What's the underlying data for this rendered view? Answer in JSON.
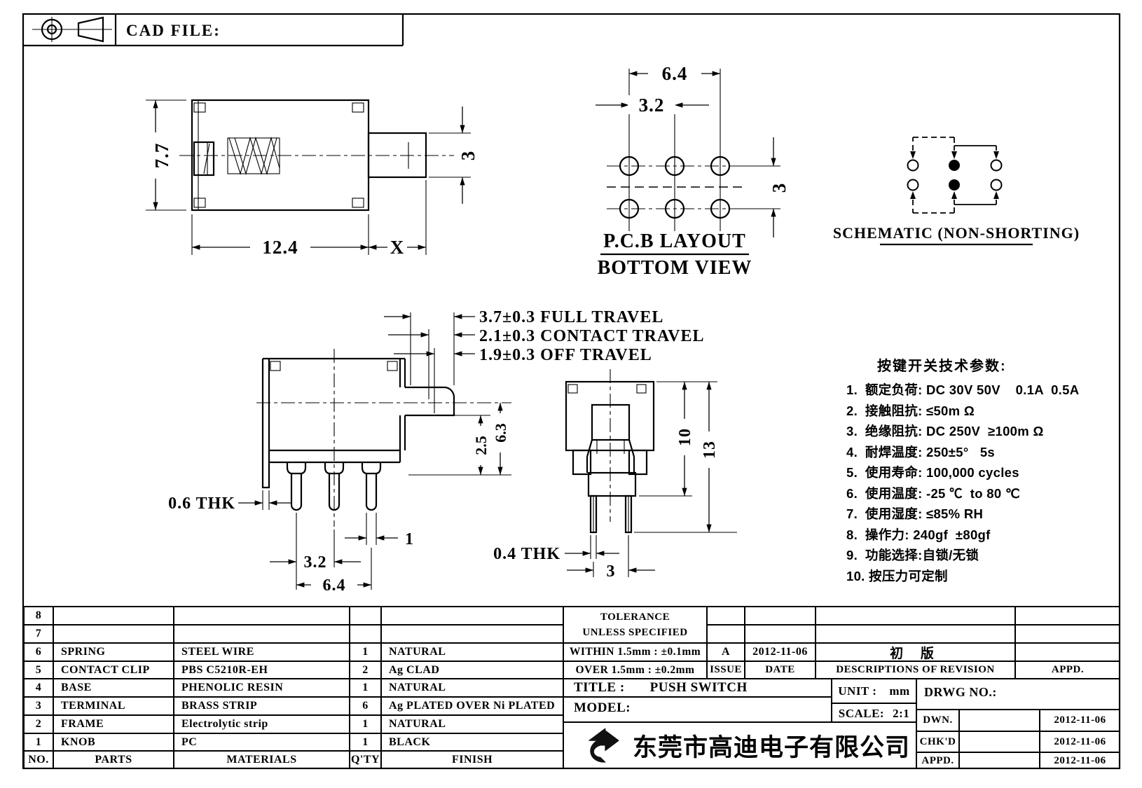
{
  "sheet": {
    "cad_file_label": "CAD FILE:"
  },
  "views": {
    "top": {
      "height": "7.7",
      "length": "12.4",
      "x_dim": "X",
      "knob_height": "3"
    },
    "pcb": {
      "outer": "6.4",
      "inner": "3.2",
      "row_pitch": "3",
      "title": "P.C.B LAYOUT",
      "subtitle": "BOTTOM VIEW"
    },
    "schematic": {
      "caption": "SCHEMATIC (NON-SHORTING)"
    },
    "front": {
      "full_travel": "3.7±0.3 FULL TRAVEL",
      "contact_travel": "2.1±0.3 CONTACT TRAVEL",
      "off_travel": "1.9±0.3 OFF TRAVEL",
      "dim_25": "2.5",
      "dim_63": "6.3",
      "thk": "0.6 THK",
      "pin_width": "1",
      "pin_pitch": "3.2",
      "pin_span": "6.4"
    },
    "side": {
      "dim_10": "10",
      "dim_13": "13",
      "thk": "0.4 THK",
      "pin_pitch": "3"
    }
  },
  "tech_params": {
    "title": "按键开关技术参数:",
    "items": [
      "1.  额定负荷: DC 30V 50V    0.1A  0.5A",
      "2.  接触阻抗: ≤50m Ω",
      "3.  绝缘阻抗: DC 250V  ≥100m Ω",
      "4.  耐焊温度: 250±5°   5s",
      "5.  使用寿命: 100,000 cycles",
      "6.  使用温度: -25 ℃  to 80 ℃",
      "7.  使用湿度: ≤85% RH",
      "8.  操作力: 240gf  ±80gf",
      "9.  功能选择:自锁/无锁",
      "10. 按压力可定制"
    ]
  },
  "parts_table": {
    "headers": {
      "no": "NO.",
      "parts": "PARTS",
      "materials": "MATERIALS",
      "qty": "Q'TY",
      "finish": "FINISH"
    },
    "rows": [
      {
        "no": "8",
        "parts": "",
        "materials": "",
        "qty": "",
        "finish": ""
      },
      {
        "no": "7",
        "parts": "",
        "materials": "",
        "qty": "",
        "finish": ""
      },
      {
        "no": "6",
        "parts": "SPRING",
        "materials": "STEEL WIRE",
        "qty": "1",
        "finish": "NATURAL"
      },
      {
        "no": "5",
        "parts": "CONTACT CLIP",
        "materials": "PBS C5210R-EH",
        "qty": "2",
        "finish": "Ag CLAD"
      },
      {
        "no": "4",
        "parts": "BASE",
        "materials": "PHENOLIC RESIN",
        "qty": "1",
        "finish": "NATURAL"
      },
      {
        "no": "3",
        "parts": "TERMINAL",
        "materials": "BRASS STRIP",
        "qty": "6",
        "finish": "Ag PLATED OVER Ni PLATED"
      },
      {
        "no": "2",
        "parts": "FRAME",
        "materials": "Electrolytic strip",
        "qty": "1",
        "finish": "NATURAL"
      },
      {
        "no": "1",
        "parts": "KNOB",
        "materials": "PC",
        "qty": "1",
        "finish": "BLACK"
      }
    ]
  },
  "revision": {
    "headers": {
      "issue": "ISSUE",
      "date": "DATE",
      "description": "DESCRIPTIONS OF REVISION",
      "appd": "APPD."
    },
    "row": {
      "issue": "A",
      "date": "2012-11-06",
      "description": "初 版",
      "appd": ""
    }
  },
  "title_block": {
    "tolerance_line1": "TOLERANCE",
    "tolerance_line2": "UNLESS  SPECIFIED",
    "within": "WITHIN 1.5mm : ±0.1mm",
    "over": "OVER 1.5mm : ±0.2mm",
    "title_label": "TITLE :",
    "title_value": "PUSH SWITCH",
    "model_label": "MODEL:",
    "company": "东莞市高迪电子有限公司",
    "unit_label": "UNIT :",
    "unit_value": "mm",
    "scale_label": "SCALE:",
    "scale_value": "2:1",
    "drwg_label": "DRWG NO.:",
    "dwn_label": "DWN.",
    "dwn_date": "2012-11-06",
    "chkd_label": "CHK'D",
    "chkd_date": "2012-11-06",
    "appd_label": "APPD.",
    "appd_date": "2012-11-06"
  }
}
